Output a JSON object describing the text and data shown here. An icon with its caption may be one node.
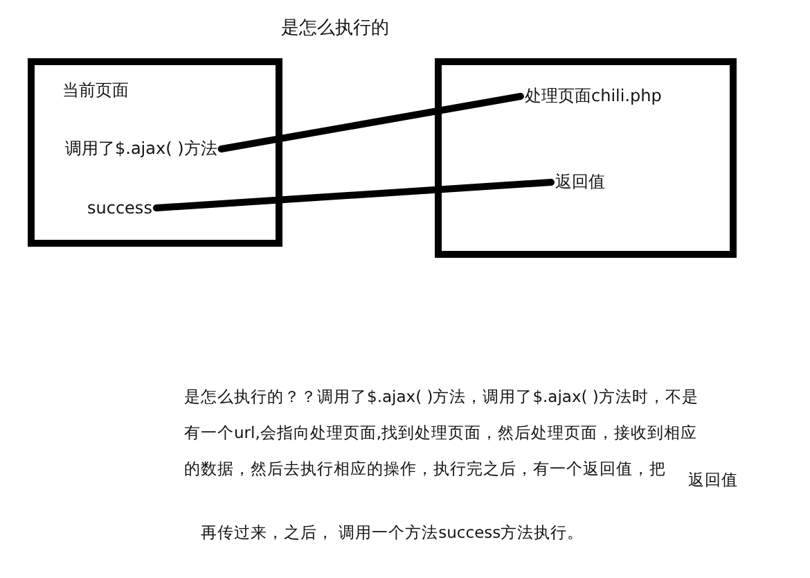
{
  "diagram": {
    "title": "是怎么执行的",
    "nodes": [
      {
        "text": [
          "当前页面"
        ]
      },
      {
        "text": [
          "调用了$.ajax( )方法"
        ],
        "in": 0
      },
      {
        "text": [
          "success"
        ],
        "in": 0
      },
      {
        "text": [],
        "shape": "box"
      },
      {
        "text": [
          "处理页面chili.php"
        ],
        "in": 3
      },
      {
        "text": [
          "返回值"
        ],
        "in": 3
      }
    ],
    "edges": [
      {
        "from": 1,
        "to": 4,
        "arrow": "none"
      },
      {
        "from": 2,
        "to": 5,
        "arrow": "none"
      }
    ],
    "labels": [
      "是怎么执行的？？调用了$.ajax( )方法，调用了$.ajax( )方法时，不是有一个url,会指向处理页面,找到处理页面，然后处理页面，接收到相应的数据，然后去执行相应的操作，执行完之后，有一个返回值，把",
      "返回值",
      "再传过来，之后， 调用一个方法success方法执行。"
    ]
  }
}
